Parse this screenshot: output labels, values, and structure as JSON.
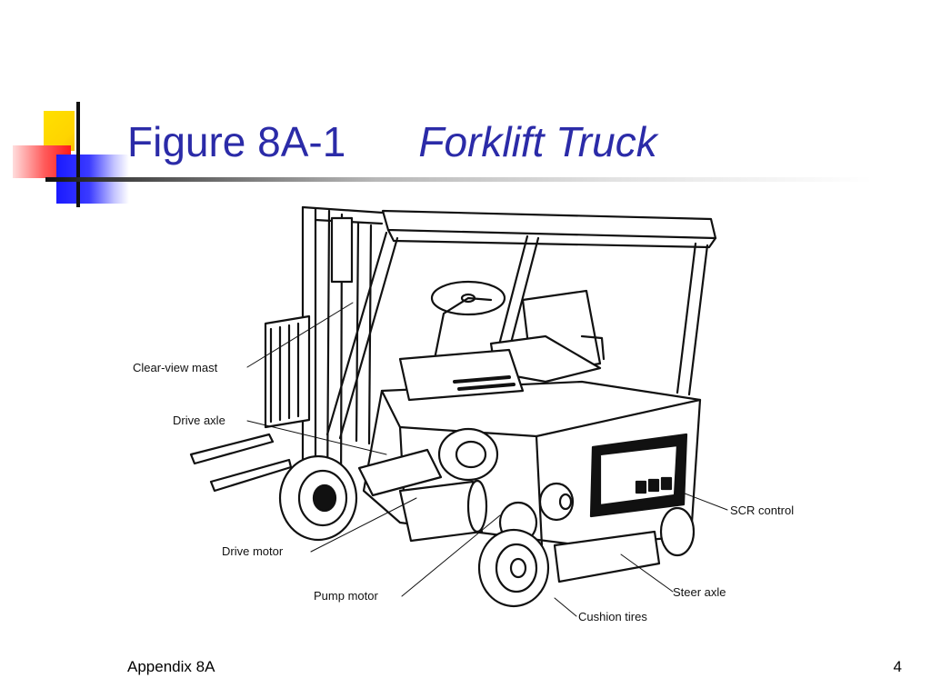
{
  "slide": {
    "title_prefix": "Figure 8A-1",
    "title_italic": "Forklift Truck",
    "footer_left": "Appendix 8A",
    "page_number": "4"
  },
  "callouts": {
    "clear_view_mast": "Clear-view mast",
    "drive_axle": "Drive axle",
    "drive_motor": "Drive motor",
    "pump_motor": "Pump motor",
    "scr_control": "SCR control",
    "steer_axle": "Steer axle",
    "cushion_tires": "Cushion tires"
  },
  "colors": {
    "title": "#2b2ba8",
    "accent_yellow": "#ffd400",
    "accent_red": "#ff3030",
    "accent_blue": "#2a2aff"
  }
}
